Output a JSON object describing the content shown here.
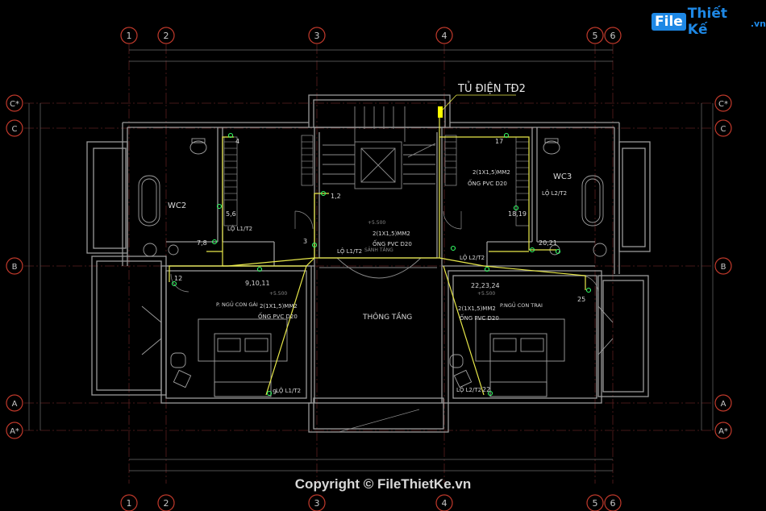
{
  "watermark": {
    "box": "File",
    "rest": "Thiết Kế",
    "domain": ".vn"
  },
  "copyright": "Copyright © FileThietKe.vn",
  "colors": {
    "background": "#000000",
    "wall": "#9a9a9a",
    "wire": "#e8e84a",
    "grid": "#c0392b",
    "text": "#d8d8d8",
    "switch": "#33ff66",
    "panel": "#ffff00"
  },
  "grid_columns": [
    "1",
    "2",
    "3",
    "4",
    "5",
    "6"
  ],
  "grid_rows": [
    "C*",
    "C",
    "B",
    "A",
    "A*"
  ],
  "panel_label": "TỦ ĐIỆN TĐ2",
  "rooms": {
    "wc2": "WC2",
    "wc3": "WC3",
    "stair_hall": "SẢNH TẦNG",
    "void": "THÔNG TẦNG",
    "bedroom_left": "P. NGỦ CON GÁI",
    "bedroom_right": "P.NGỦ CON TRAI"
  },
  "circuits": {
    "l1_top": "LỘ L1/T2",
    "l1_mid": "LỘ L1/T2",
    "l1_bottom": "LỘ L1/T2",
    "l2_top": "LỘ L2/T2",
    "l2_mid": "LỘ L2/T2",
    "l2_bottom": "LỘ L2/T2"
  },
  "cable_spec": "2(1X1,5)MM2",
  "conduit_spec": "ỐNG PVC D20",
  "levels": {
    "hall": "+5.500",
    "left_bed": "+5.500",
    "right_bed": "+5.500"
  },
  "points": {
    "p4": "4",
    "p56": "5,6",
    "p78": "7,8",
    "p12a": "1,2",
    "p3": "3",
    "p91011": "9,10,11",
    "p12": "12",
    "p9": "9",
    "p17": "17",
    "p1819": "18,19",
    "p2021": "20,21",
    "p222324": "22,23,24",
    "p25": "25",
    "p22": "22"
  }
}
